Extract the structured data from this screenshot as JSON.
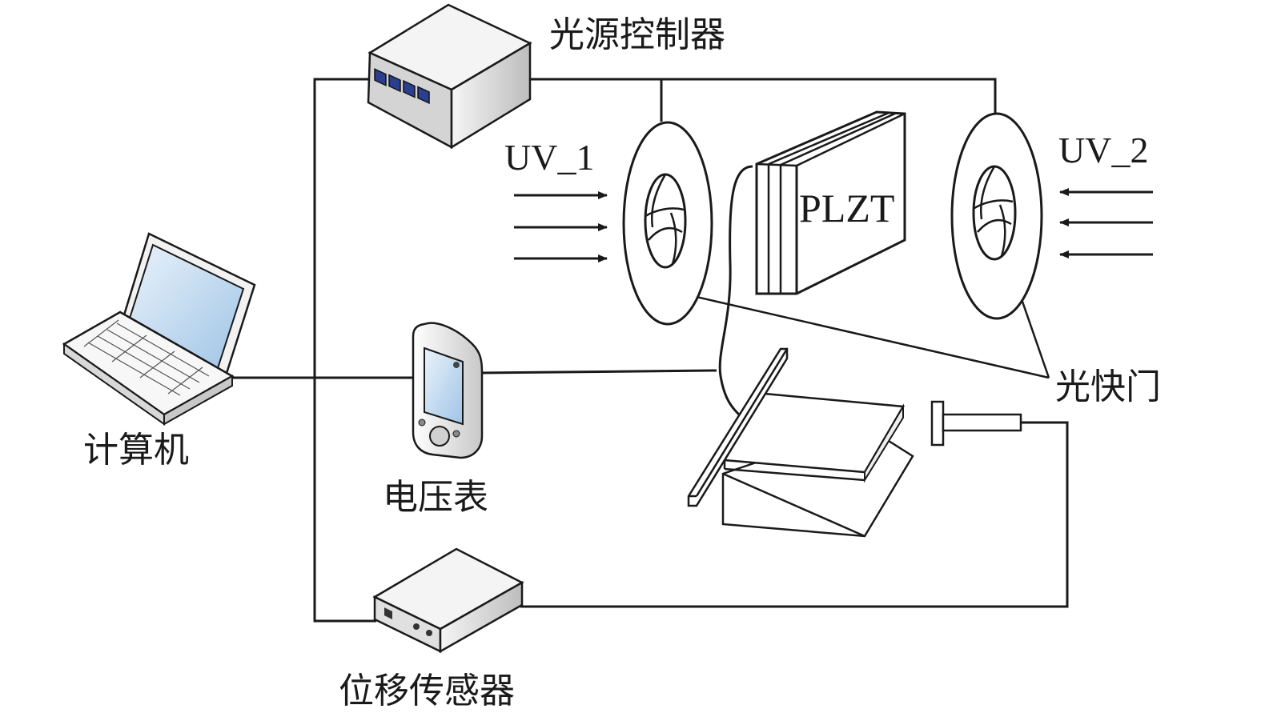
{
  "labels": {
    "light_controller": "光源控制器",
    "uv1": "UV_1",
    "uv2": "UV_2",
    "plzt": "PLZT",
    "shutter": "光快门",
    "computer": "计算机",
    "voltmeter": "电压表",
    "displacement_sensor": "位移传感器"
  },
  "colors": {
    "line": "#1a1a1a",
    "device_body": "#d9d9d9",
    "device_top": "#f2f2f2",
    "screen": "#c9dff2",
    "button": "#2a3f8f"
  },
  "icons": {
    "computer": "laptop-icon",
    "controller": "light-controller-box",
    "voltmeter": "handheld-voltmeter",
    "sensor": "displacement-sensor-box",
    "shutter": "optical-shutter"
  }
}
